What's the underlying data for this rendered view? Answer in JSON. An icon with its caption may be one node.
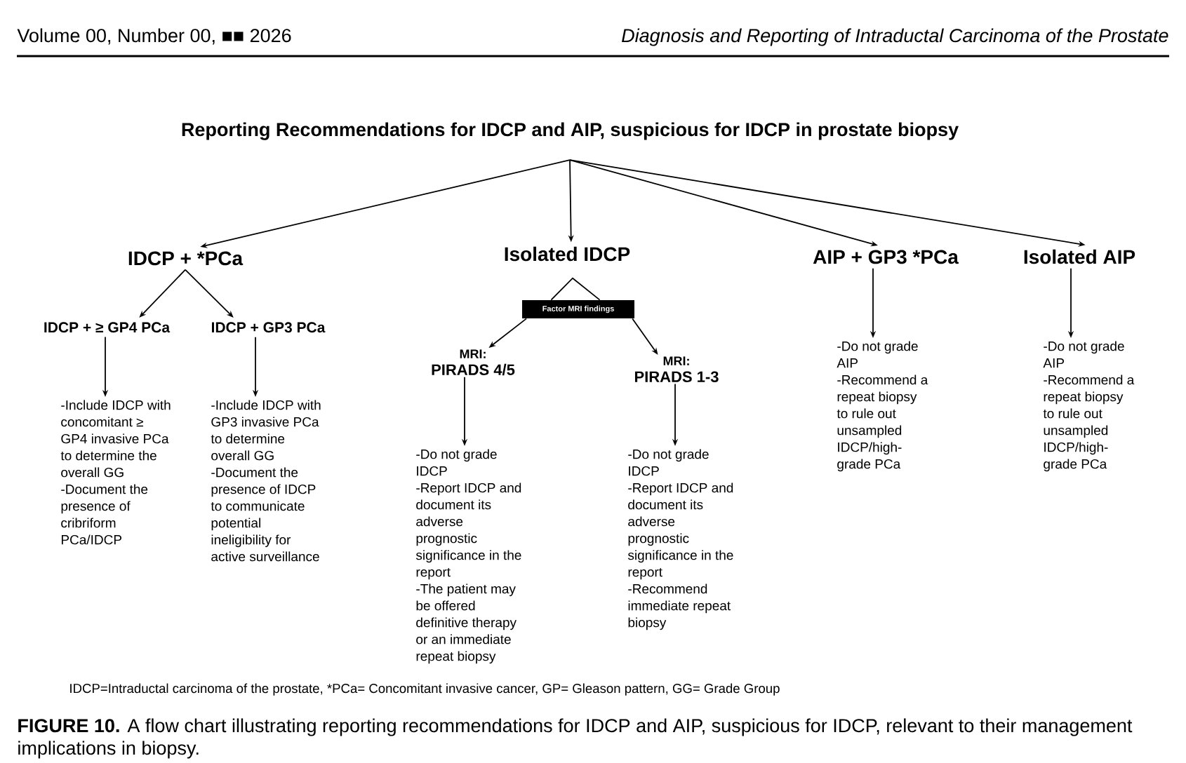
{
  "diagram": {
    "caption": "**FIGURE 10.** A flow chart illustrating reporting recommendations for IDCP and AIP, suspicious for IDCP, relevant to their management implications in biopsy.",
    "nodes": [
      {
        "text": [
          "Reporting Recommendations for IDCP and AIP, suspicious for IDCP in prostate biopsy"
        ]
      },
      {
        "text": [
          "IDCP + *PCa"
        ]
      },
      {
        "text": [
          "Isolated IDCP"
        ]
      },
      {
        "text": [
          "AIP + GP3 *PCa"
        ]
      },
      {
        "text": [
          "Isolated AIP"
        ]
      },
      {
        "text": [
          "IDCP + ≥ GP4 PCa"
        ]
      },
      {
        "text": [
          "IDCP + GP3 PCa"
        ]
      },
      {
        "text": [
          "Factor MRI findings"
        ]
      },
      {
        "text": [
          "MRI:",
          "PIRADS 4/5"
        ]
      },
      {
        "text": [
          "MRI:",
          "PIRADS 1-3"
        ]
      },
      {
        "text": [
          "-Include IDCP with concomitant ≥ GP4 invasive PCa to determine the overall GG",
          "-Document the presence of cribriform PCa/IDCP"
        ]
      },
      {
        "text": [
          "-Include IDCP with GP3 invasive PCa to determine overall GG",
          "-Document the presence of IDCP to communicate potential ineligibility for active surveillance"
        ]
      },
      {
        "text": [
          "-Do not grade IDCP",
          "-Report IDCP and document its adverse prognostic significance in the report",
          "-The patient may be offered definitive therapy or an immediate repeat biopsy"
        ]
      },
      {
        "text": [
          "-Do not grade IDCP",
          "-Report IDCP and document its adverse prognostic significance in the report",
          "-Recommend immediate repeat biopsy"
        ]
      },
      {
        "text": [
          "-Do not grade AIP",
          "-Recommend a repeat biopsy to rule out unsampled IDCP/high-grade PCa"
        ]
      },
      {
        "text": [
          "-Do not grade AIP",
          "-Recommend a repeat biopsy to rule out unsampled IDCP/high-grade PCa"
        ]
      }
    ],
    "edges": [
      {
        "from": 0,
        "to": 1,
        "arrow": "to"
      },
      {
        "from": 0,
        "to": 2,
        "arrow": "to"
      },
      {
        "from": 0,
        "to": 3,
        "arrow": "to"
      },
      {
        "from": 0,
        "to": 4,
        "arrow": "to"
      },
      {
        "from": 1,
        "to": 5,
        "arrow": "to"
      },
      {
        "from": 1,
        "to": 6,
        "arrow": "to"
      },
      {
        "from": 2,
        "to": 7,
        "arrow": "none"
      },
      {
        "from": 7,
        "to": 8,
        "arrow": "to"
      },
      {
        "from": 7,
        "to": 9,
        "arrow": "to"
      },
      {
        "from": 5,
        "to": 10,
        "arrow": "to"
      },
      {
        "from": 6,
        "to": 11,
        "arrow": "to"
      },
      {
        "from": 8,
        "to": 12,
        "arrow": "to"
      },
      {
        "from": 9,
        "to": 13,
        "arrow": "to"
      },
      {
        "from": 3,
        "to": 14,
        "arrow": "to"
      },
      {
        "from": 4,
        "to": 15,
        "arrow": "to"
      }
    ],
    "labels": [
      "Volume 00, Number 00, ■■ 2026",
      "Diagnosis and Reporting of Intraductal Carcinoma of the Prostate",
      "IDCP=Intraductal carcinoma of the prostate, *PCa= Concomitant invasive cancer, GP= Gleason pattern, GG= Grade Group"
    ]
  }
}
